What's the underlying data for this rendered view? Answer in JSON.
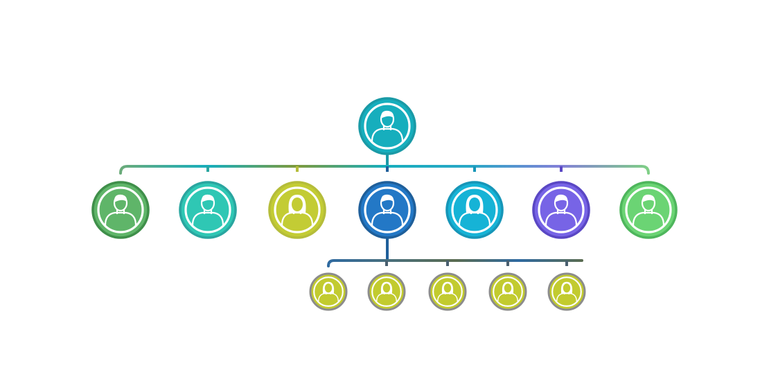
{
  "org_chart": {
    "root": {
      "id": "root",
      "avatar": "male-avatar-icon",
      "color": "#16aebd",
      "ring_color": "#1a9aa6"
    },
    "level1": [
      {
        "id": "p1",
        "avatar": "male-avatar-icon",
        "color": "#5fb569",
        "ring_color": "#3f8f4a"
      },
      {
        "id": "p2",
        "avatar": "male-avatar-icon",
        "color": "#2fc7b4",
        "ring_color": "#2aa6a0"
      },
      {
        "id": "p3",
        "avatar": "female-avatar-icon",
        "color": "#c3cc34",
        "ring_color": "#b5bd3a"
      },
      {
        "id": "p4",
        "avatar": "male-avatar-icon",
        "color": "#2378c6",
        "ring_color": "#1f5f9a"
      },
      {
        "id": "p5",
        "avatar": "female-avatar-icon",
        "color": "#16b3d6",
        "ring_color": "#1796b8"
      },
      {
        "id": "p6",
        "avatar": "male-avatar-icon",
        "color": "#7764e6",
        "ring_color": "#5a47c4"
      },
      {
        "id": "p7",
        "avatar": "male-avatar-icon",
        "color": "#6bd474",
        "ring_color": "#4eb65c"
      }
    ],
    "level2": {
      "parent": "p4",
      "members": [
        {
          "id": "c1",
          "avatar": "female-avatar-icon",
          "color": "#c2cb2f",
          "ring_color": "#8c8c8c"
        },
        {
          "id": "c2",
          "avatar": "female-avatar-icon",
          "color": "#c2cb2f",
          "ring_color": "#8c8c8c"
        },
        {
          "id": "c3",
          "avatar": "female-avatar-icon",
          "color": "#c2cb2f",
          "ring_color": "#8c8c8c"
        },
        {
          "id": "c4",
          "avatar": "female-avatar-icon",
          "color": "#c2cb2f",
          "ring_color": "#8c8c8c"
        },
        {
          "id": "c5",
          "avatar": "female-avatar-icon",
          "color": "#c2cb2f",
          "ring_color": "#8c8c8c"
        }
      ]
    },
    "connector_colors": {
      "level1_bus": [
        "#6bab7a",
        "#17aebd",
        "#7f9a3c",
        "#17aebd",
        "#2aa7c7",
        "#8480d8",
        "#7fcf86"
      ],
      "level2_bus": [
        "#2f6aa0",
        "#4a6f7a",
        "#5a6c52",
        "#2f6aa0",
        "#5a6c52"
      ]
    }
  }
}
